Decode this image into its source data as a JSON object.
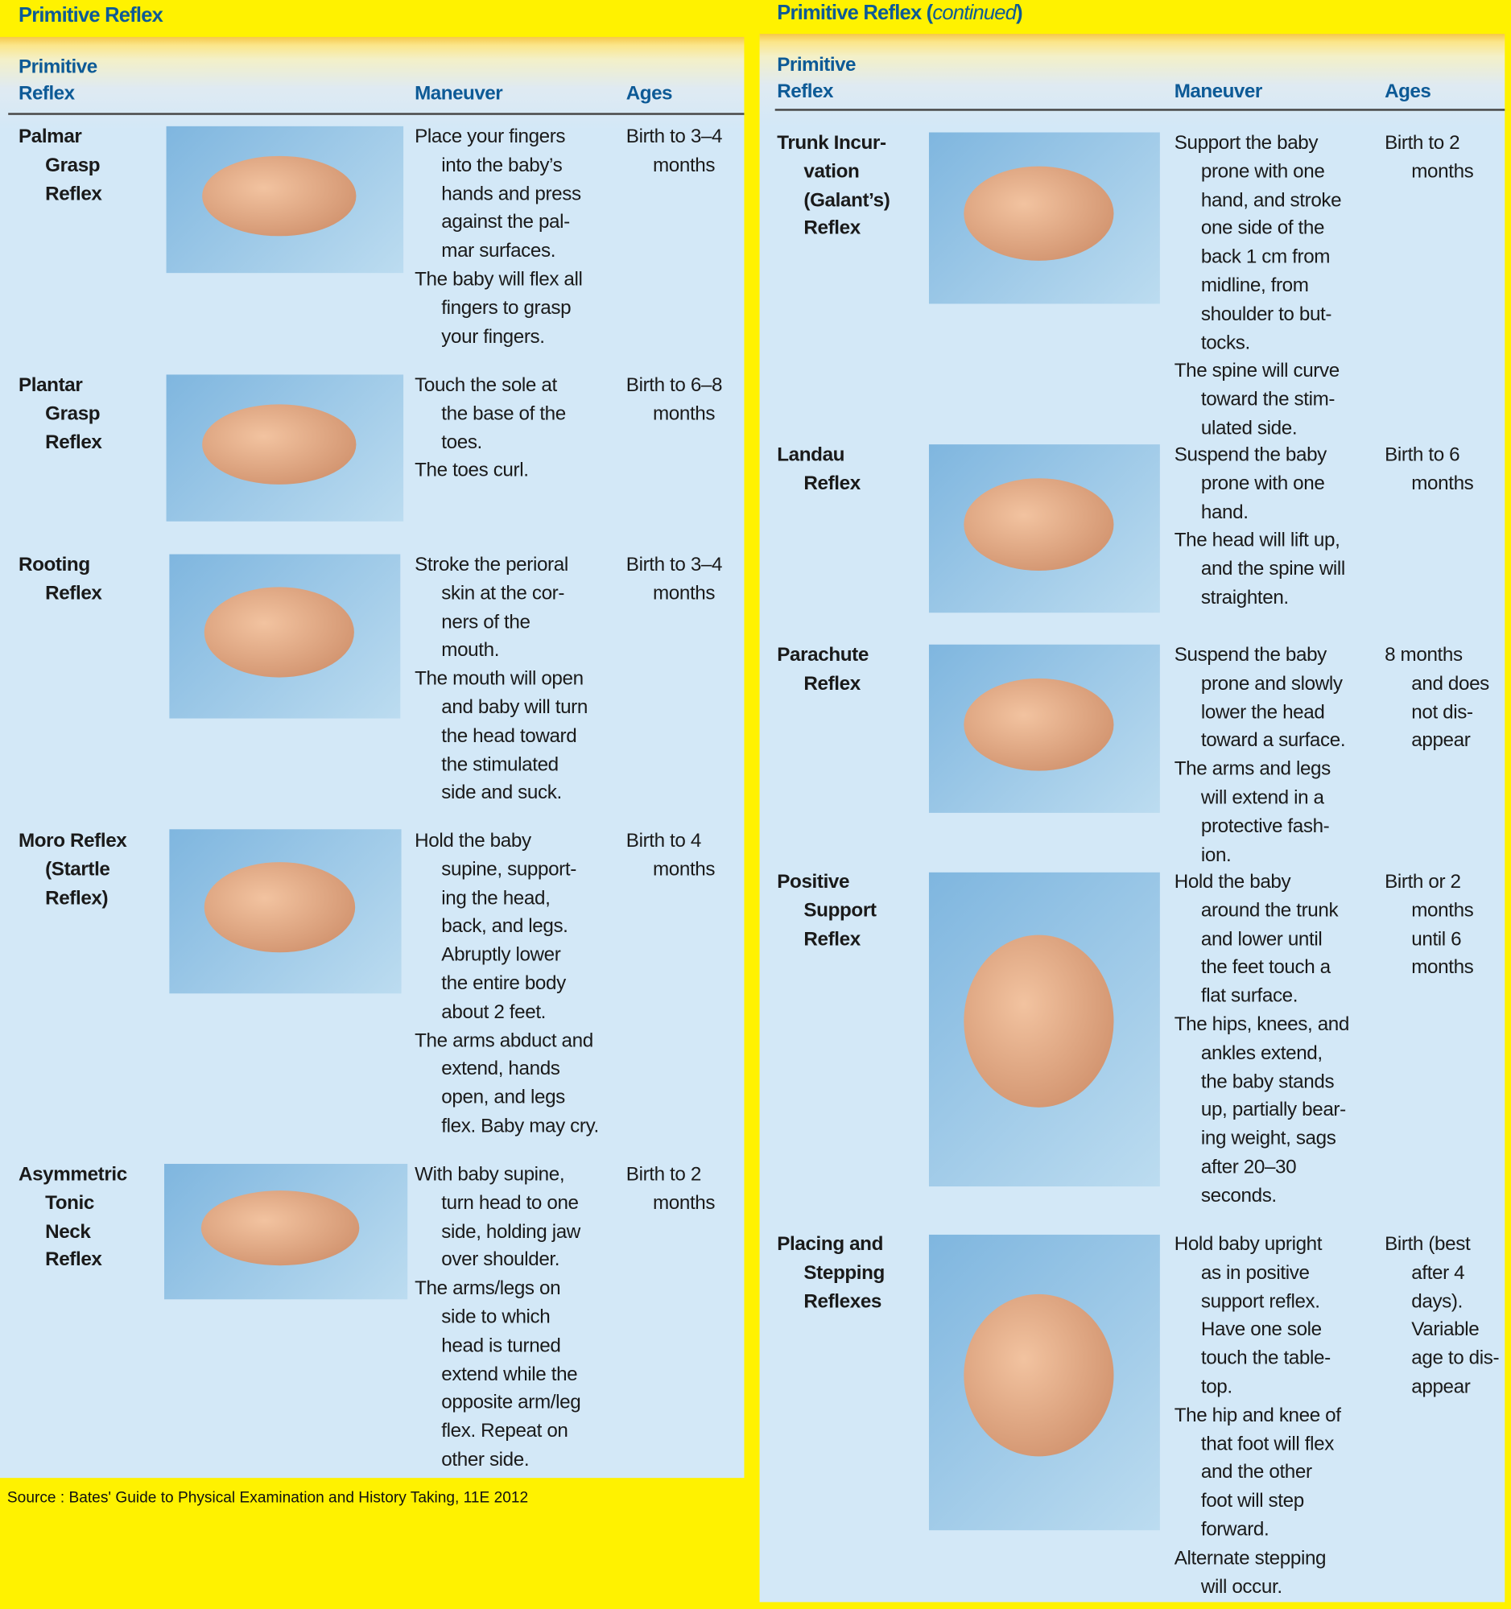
{
  "left": {
    "title": "Primitive Reflex",
    "headers": {
      "reflex": [
        "Primitive",
        "Reflex"
      ],
      "maneuver": "Maneuver",
      "ages": "Ages"
    },
    "rows": [
      {
        "name": [
          "Palmar",
          "Grasp",
          "Reflex"
        ],
        "maneuver": [
          [
            "Place your fingers",
            "into the baby’s",
            "hands and press",
            "against the pal-",
            "mar surfaces."
          ],
          [
            "The baby will flex all",
            "fingers to grasp",
            "your fingers."
          ]
        ],
        "ages": [
          [
            "Birth to 3–4",
            "months"
          ]
        ]
      },
      {
        "name": [
          "Plantar",
          "Grasp",
          "Reflex"
        ],
        "maneuver": [
          [
            "Touch the sole at",
            "the base of the",
            "toes."
          ],
          [
            "The toes curl."
          ]
        ],
        "ages": [
          [
            "Birth to 6–8",
            "months"
          ]
        ]
      },
      {
        "name": [
          "Rooting",
          "Reflex"
        ],
        "maneuver": [
          [
            "Stroke the perioral",
            "skin at the cor-",
            "ners of the",
            "mouth."
          ],
          [
            "The mouth will open",
            "and baby will turn",
            "the head toward",
            "the stimulated",
            "side and suck."
          ]
        ],
        "ages": [
          [
            "Birth to 3–4",
            "months"
          ]
        ]
      },
      {
        "name": [
          "Moro Reflex",
          "(Startle",
          "Reflex)"
        ],
        "maneuver": [
          [
            "Hold the baby",
            "supine, support-",
            "ing the head,",
            "back, and legs.",
            "Abruptly lower",
            "the entire body",
            "about 2 feet."
          ],
          [
            "The arms abduct and",
            "extend, hands",
            "open, and legs",
            "flex. Baby may cry."
          ]
        ],
        "ages": [
          [
            "Birth to 4",
            "months"
          ]
        ]
      },
      {
        "name": [
          "Asymmetric",
          "Tonic",
          "Neck",
          "Reflex"
        ],
        "maneuver": [
          [
            "With baby supine,",
            "turn head to one",
            "side, holding jaw",
            "over shoulder."
          ],
          [
            "The arms/legs on",
            "side to which",
            "head is turned",
            "extend while the",
            "opposite arm/leg",
            "flex. Repeat on",
            "other side."
          ]
        ],
        "ages": [
          [
            "Birth to 2",
            "months"
          ]
        ]
      }
    ],
    "source": "Source : Bates' Guide to Physical Examination and History Taking, 11E 2012"
  },
  "right": {
    "title": "Primitive Reflex",
    "title_suffix": "continued",
    "headers": {
      "reflex": [
        "Primitive",
        "Reflex"
      ],
      "maneuver": "Maneuver",
      "ages": "Ages"
    },
    "rows": [
      {
        "name": [
          "Trunk Incur-",
          "vation",
          "(Galant’s)",
          "Reflex"
        ],
        "maneuver": [
          [
            "Support the baby",
            "prone with one",
            "hand, and stroke",
            "one side of the",
            "back 1 cm from",
            "midline, from",
            "shoulder to but-",
            "tocks."
          ],
          [
            "The spine will curve",
            "toward the stim-",
            "ulated side."
          ]
        ],
        "ages": [
          [
            "Birth to 2",
            "months"
          ]
        ]
      },
      {
        "name": [
          "Landau",
          "Reflex"
        ],
        "maneuver": [
          [
            "Suspend the baby",
            "prone with one",
            "hand."
          ],
          [
            "The head will lift up,",
            "and the spine will",
            "straighten."
          ]
        ],
        "ages": [
          [
            "Birth to 6",
            "months"
          ]
        ]
      },
      {
        "name": [
          "Parachute",
          "Reflex"
        ],
        "maneuver": [
          [
            "Suspend the baby",
            "prone and slowly",
            "lower the head",
            "toward a surface."
          ],
          [
            "The arms and legs",
            "will extend in a",
            "protective fash-",
            "ion."
          ]
        ],
        "ages": [
          [
            "8 months",
            "and does",
            "not dis-",
            "appear"
          ]
        ]
      },
      {
        "name": [
          "Positive",
          "Support",
          "Reflex"
        ],
        "maneuver": [
          [
            "Hold the baby",
            "around the trunk",
            "and lower until",
            "the feet touch a",
            "flat surface."
          ],
          [
            "The hips, knees, and",
            "ankles extend,",
            "the baby stands",
            "up, partially bear-",
            "ing weight, sags",
            "after 20–30",
            "seconds."
          ]
        ],
        "ages": [
          [
            "Birth or 2",
            "months",
            "until 6",
            "months"
          ]
        ]
      },
      {
        "name": [
          "Placing and",
          "Stepping",
          "Reflexes"
        ],
        "maneuver": [
          [
            "Hold baby upright",
            "as in positive",
            "support reflex.",
            "Have one sole",
            "touch the table-",
            "top."
          ],
          [
            "The hip and knee of",
            "that foot will flex",
            "and the other",
            "foot will step",
            "forward."
          ],
          [
            "Alternate stepping",
            "will occur."
          ]
        ],
        "ages": [
          [
            "Birth (best",
            "after 4",
            "days).",
            "Variable",
            "age to dis-",
            "appear"
          ]
        ]
      }
    ]
  }
}
